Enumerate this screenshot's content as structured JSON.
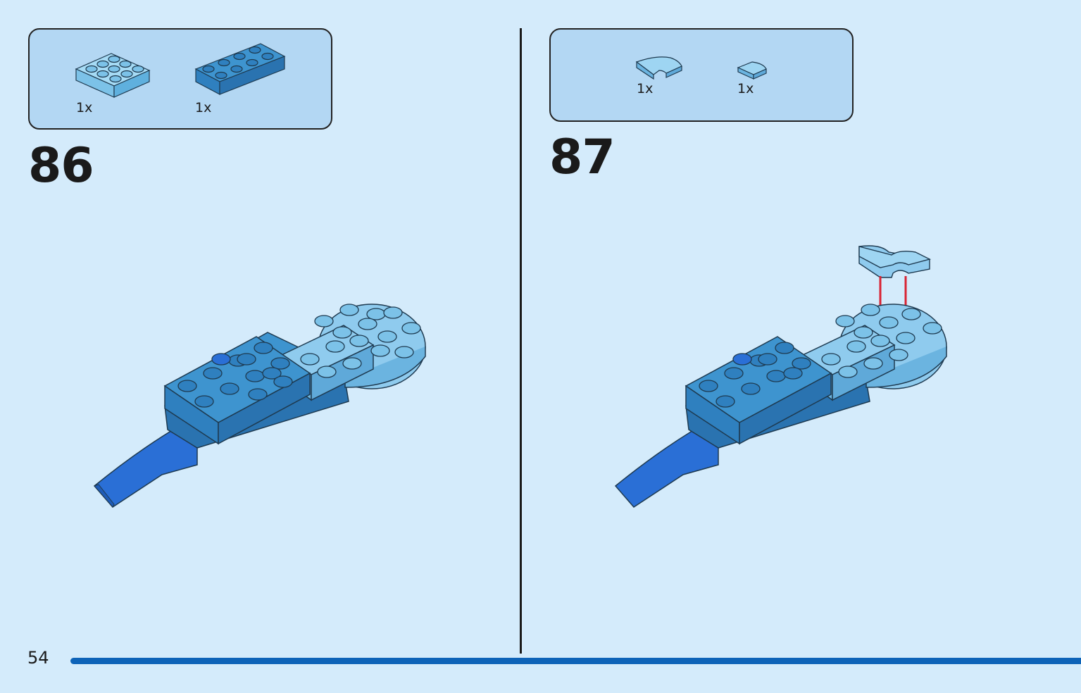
{
  "page": {
    "number": "54"
  },
  "steps": [
    {
      "number": "86",
      "parts": [
        {
          "name": "plate-2x3-light-blue",
          "qty": "1x"
        },
        {
          "name": "plate-2x4-medium-blue",
          "qty": "1x"
        }
      ]
    },
    {
      "number": "87",
      "parts": [
        {
          "name": "curved-slope-light-blue",
          "qty": "1x"
        },
        {
          "name": "quarter-tile-light-blue",
          "qty": "1x"
        }
      ]
    }
  ],
  "colors": {
    "background": "#d4ebfb",
    "parts_box": "#b3d7f3",
    "page_bar": "#0d63b8",
    "brick_light": "#8fcbee",
    "brick_medium": "#3e94cf",
    "brick_dark": "#2a6fd6",
    "arrow": "#d82434"
  }
}
